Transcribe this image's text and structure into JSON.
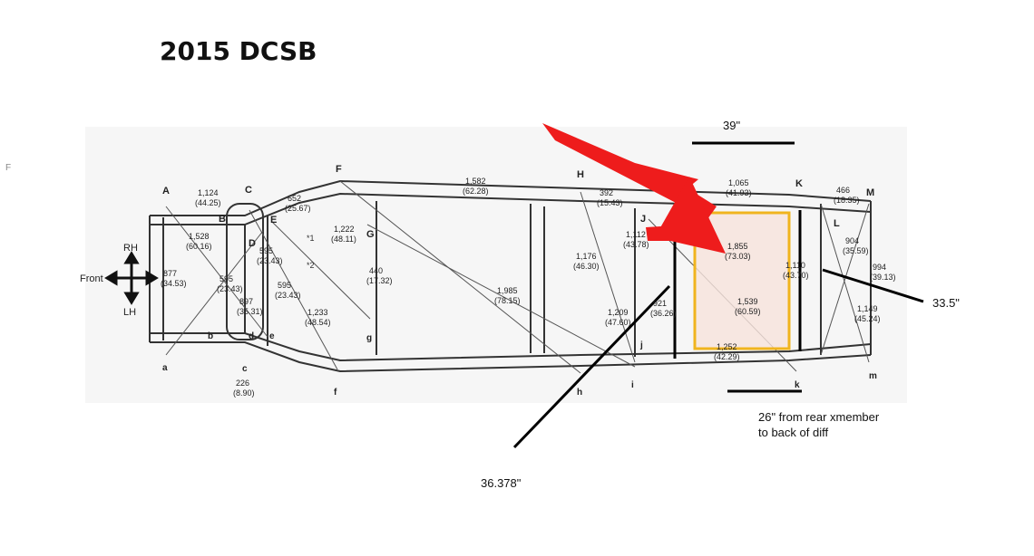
{
  "title": "2015 DCSB",
  "stray_mark": "F",
  "points": {
    "upper": [
      "A",
      "B",
      "C",
      "D",
      "E",
      "F",
      "G",
      "H",
      "J",
      "K",
      "L",
      "M"
    ],
    "lower": [
      "a",
      "b",
      "c",
      "d",
      "e",
      "f",
      "g",
      "h",
      "i",
      "j",
      "k",
      "m"
    ]
  },
  "direction": {
    "up": "RH",
    "down": "LH",
    "left": "Front"
  },
  "stars": [
    "*1",
    "*2"
  ],
  "dimensions": [
    {
      "mm": "1,124",
      "in": "(44.25)"
    },
    {
      "mm": "652",
      "in": "(25.67)"
    },
    {
      "mm": "1,582",
      "in": "(62.28)"
    },
    {
      "mm": "392",
      "in": "(15.43)"
    },
    {
      "mm": "1,065",
      "in": "(41.93)"
    },
    {
      "mm": "466",
      "in": "(18.35)"
    },
    {
      "mm": "1,528",
      "in": "(60.16)"
    },
    {
      "mm": "1,222",
      "in": "(48.11)"
    },
    {
      "mm": "440",
      "in": "(17.32)"
    },
    {
      "mm": "1,112",
      "in": "(43.78)"
    },
    {
      "mm": "1,855",
      "in": "(73.03)"
    },
    {
      "mm": "904",
      "in": "(35.59)"
    },
    {
      "mm": "877",
      "in": "(34.53)"
    },
    {
      "mm": "595",
      "in": "(23.43)"
    },
    {
      "mm": "595",
      "in": "(23.43)"
    },
    {
      "mm": "595",
      "in": "(23.43)"
    },
    {
      "mm": "1,176",
      "in": "(46.30)"
    },
    {
      "mm": "1,985",
      "in": "(78.15)"
    },
    {
      "mm": "1,110",
      "in": "(43.70)"
    },
    {
      "mm": "994",
      "in": "(39.13)"
    },
    {
      "mm": "897",
      "in": "(35.31)"
    },
    {
      "mm": "1,233",
      "in": "(48.54)"
    },
    {
      "mm": "1,209",
      "in": "(47.60)"
    },
    {
      "mm": "921",
      "in": "(36.26)"
    },
    {
      "mm": "1,539",
      "in": "(60.59)"
    },
    {
      "mm": "1,149",
      "in": "(45.24)"
    },
    {
      "mm": "1,252",
      "in": "(42.29)"
    },
    {
      "mm": "226",
      "in": "(8.90)"
    }
  ],
  "annotations": {
    "top": "39\"",
    "right": "33.5\"",
    "bottom_left": "36.378\"",
    "bottom_note_1": "26\" from rear xmember",
    "bottom_note_2": "to back of diff"
  },
  "colors": {
    "arrow": "#ee1c1c",
    "box_stroke": "#f0b41e",
    "box_fill": "#f7e3dc",
    "frame": "#333333",
    "ink": "#111111"
  }
}
